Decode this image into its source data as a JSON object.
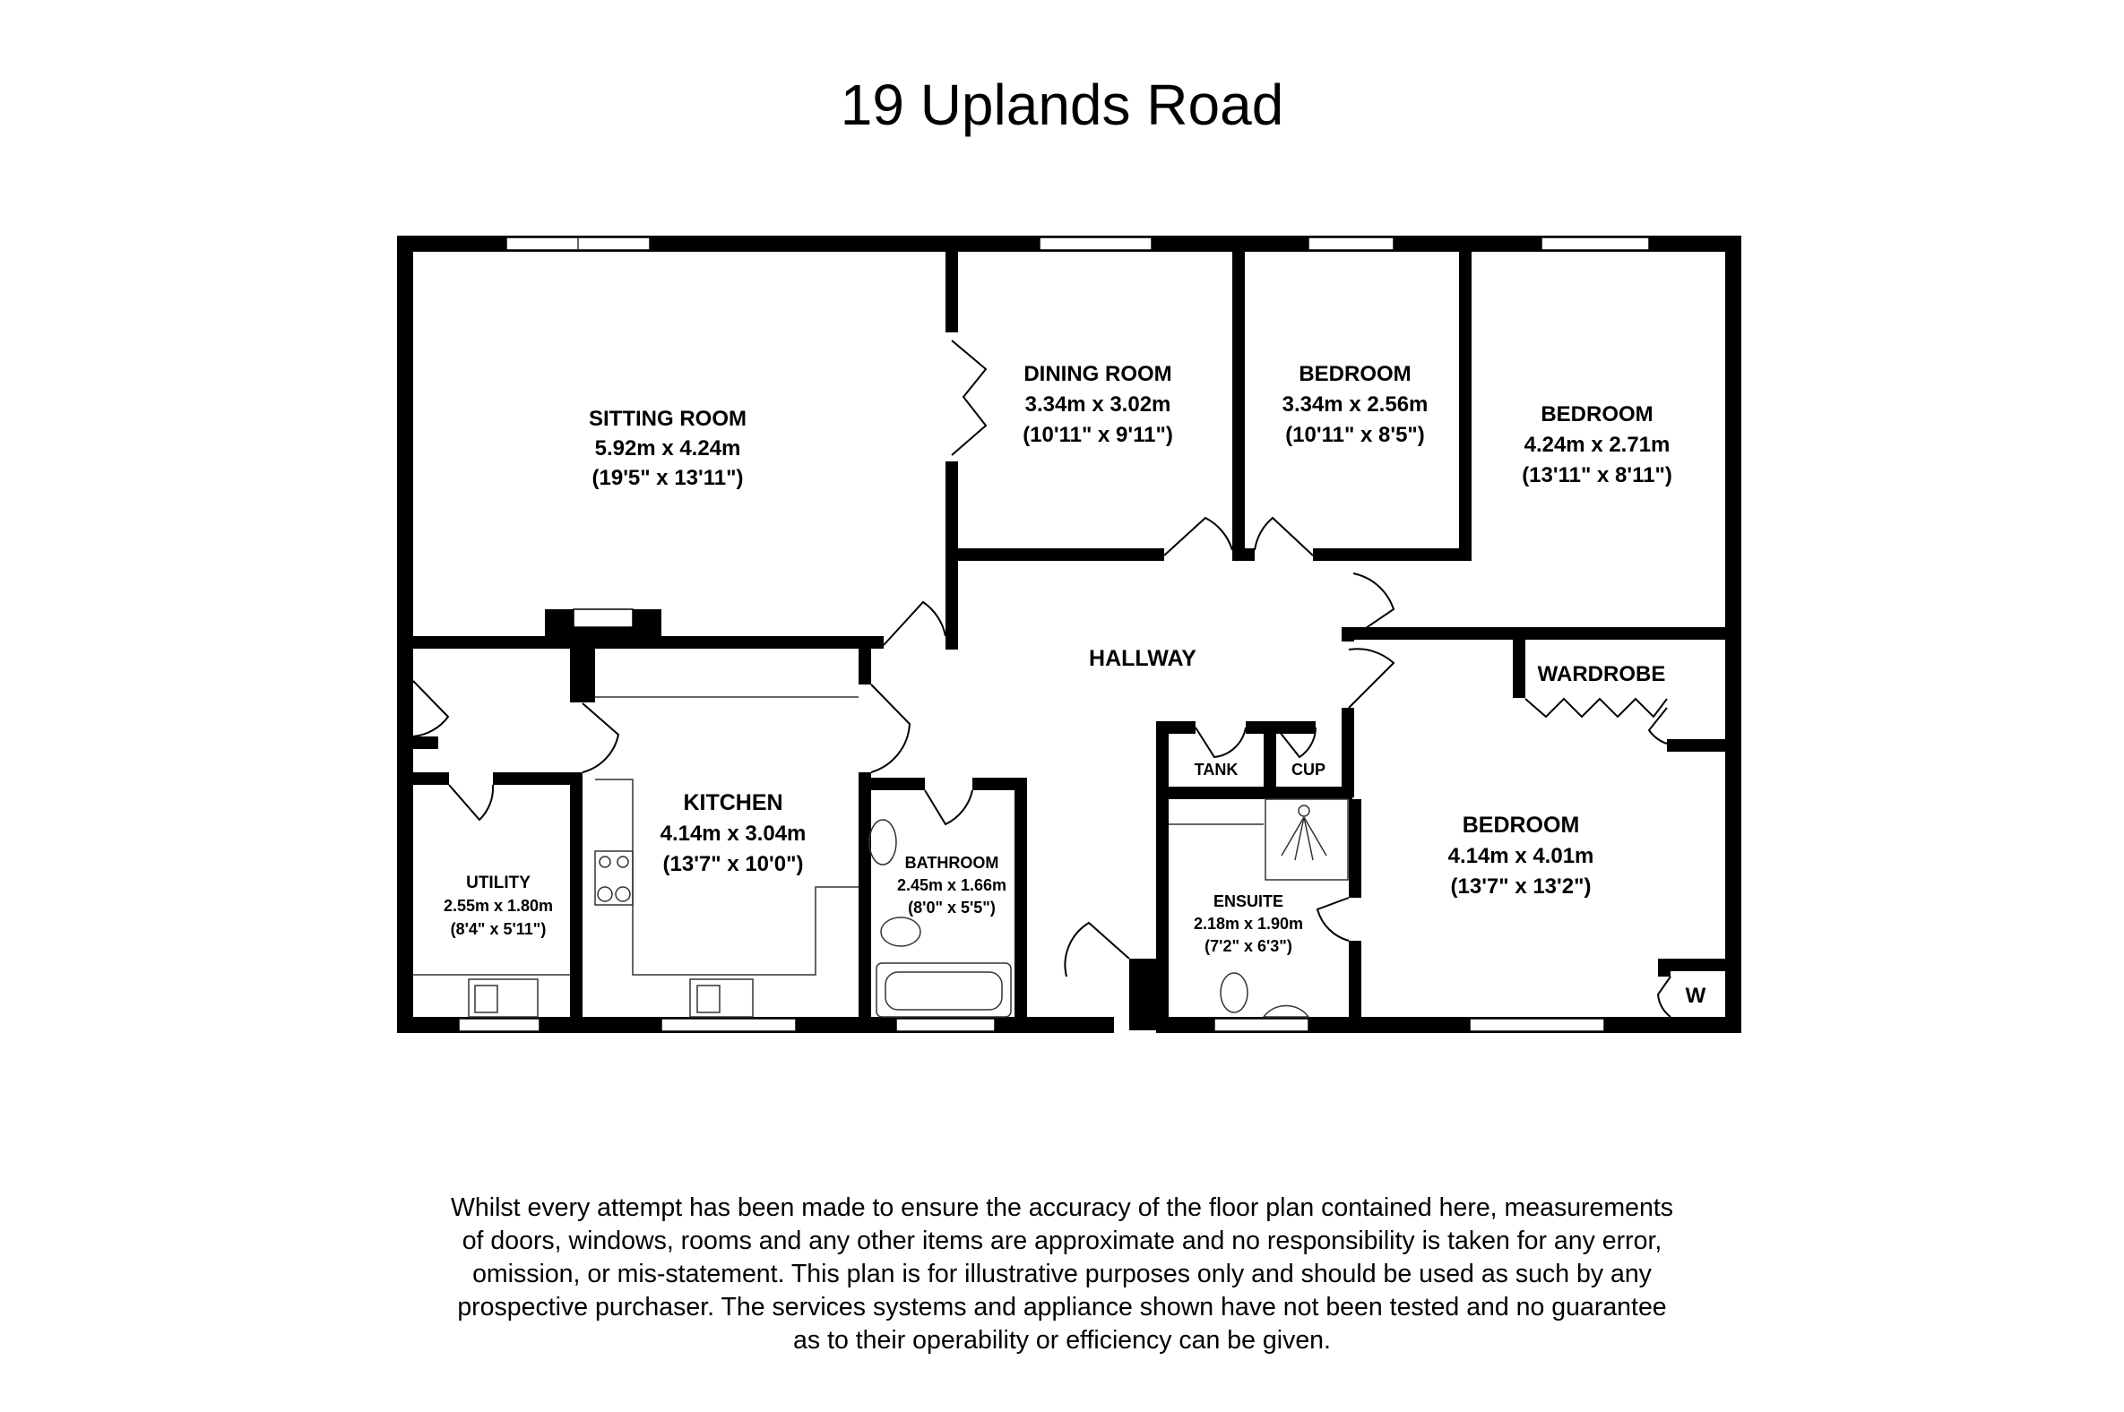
{
  "title": "19 Uplands Road",
  "rooms": [
    {
      "name": "SITTING ROOM",
      "size_m": "5.92m x 4.24m",
      "size_ft": "(19'5\" x 13'11\")"
    },
    {
      "name": "DINING ROOM",
      "size_m": "3.34m x 3.02m",
      "size_ft": "(10'11\" x 9'11\")"
    },
    {
      "name": "BEDROOM",
      "size_m": "3.34m x 2.56m",
      "size_ft": "(10'11\" x 8'5\")"
    },
    {
      "name": "BEDROOM",
      "size_m": "4.24m x 2.71m",
      "size_ft": "(13'11\" x 8'11\")"
    },
    {
      "name": "HALLWAY"
    },
    {
      "name": "WARDROBE"
    },
    {
      "name": "KITCHEN",
      "size_m": "4.14m x 3.04m",
      "size_ft": "(13'7\" x 10'0\")"
    },
    {
      "name": "UTILITY",
      "size_m": "2.55m x 1.80m",
      "size_ft": "(8'4\" x 5'11\")"
    },
    {
      "name": "BATHROOM",
      "size_m": "2.45m x 1.66m",
      "size_ft": "(8'0\" x 5'5\")"
    },
    {
      "name": "TANK"
    },
    {
      "name": "CUP"
    },
    {
      "name": "ENSUITE",
      "size_m": "2.18m x 1.90m",
      "size_ft": "(7'2\" x 6'3\")"
    },
    {
      "name": "BEDROOM",
      "size_m": "4.14m x 4.01m",
      "size_ft": "(13'7\" x 13'2\")"
    },
    {
      "name": "W"
    }
  ],
  "disclaimer": [
    "Whilst every attempt has been made to ensure the accuracy of the floor plan contained here, measurements",
    "of doors, windows, rooms and any other items are approximate and no responsibility is taken for any error,",
    "omission, or mis-statement. This plan is for illustrative purposes only and should be used as such by any",
    "prospective purchaser. The services systems and appliance shown have not been tested and no guarantee",
    "as to their operability or efficiency can be given."
  ]
}
